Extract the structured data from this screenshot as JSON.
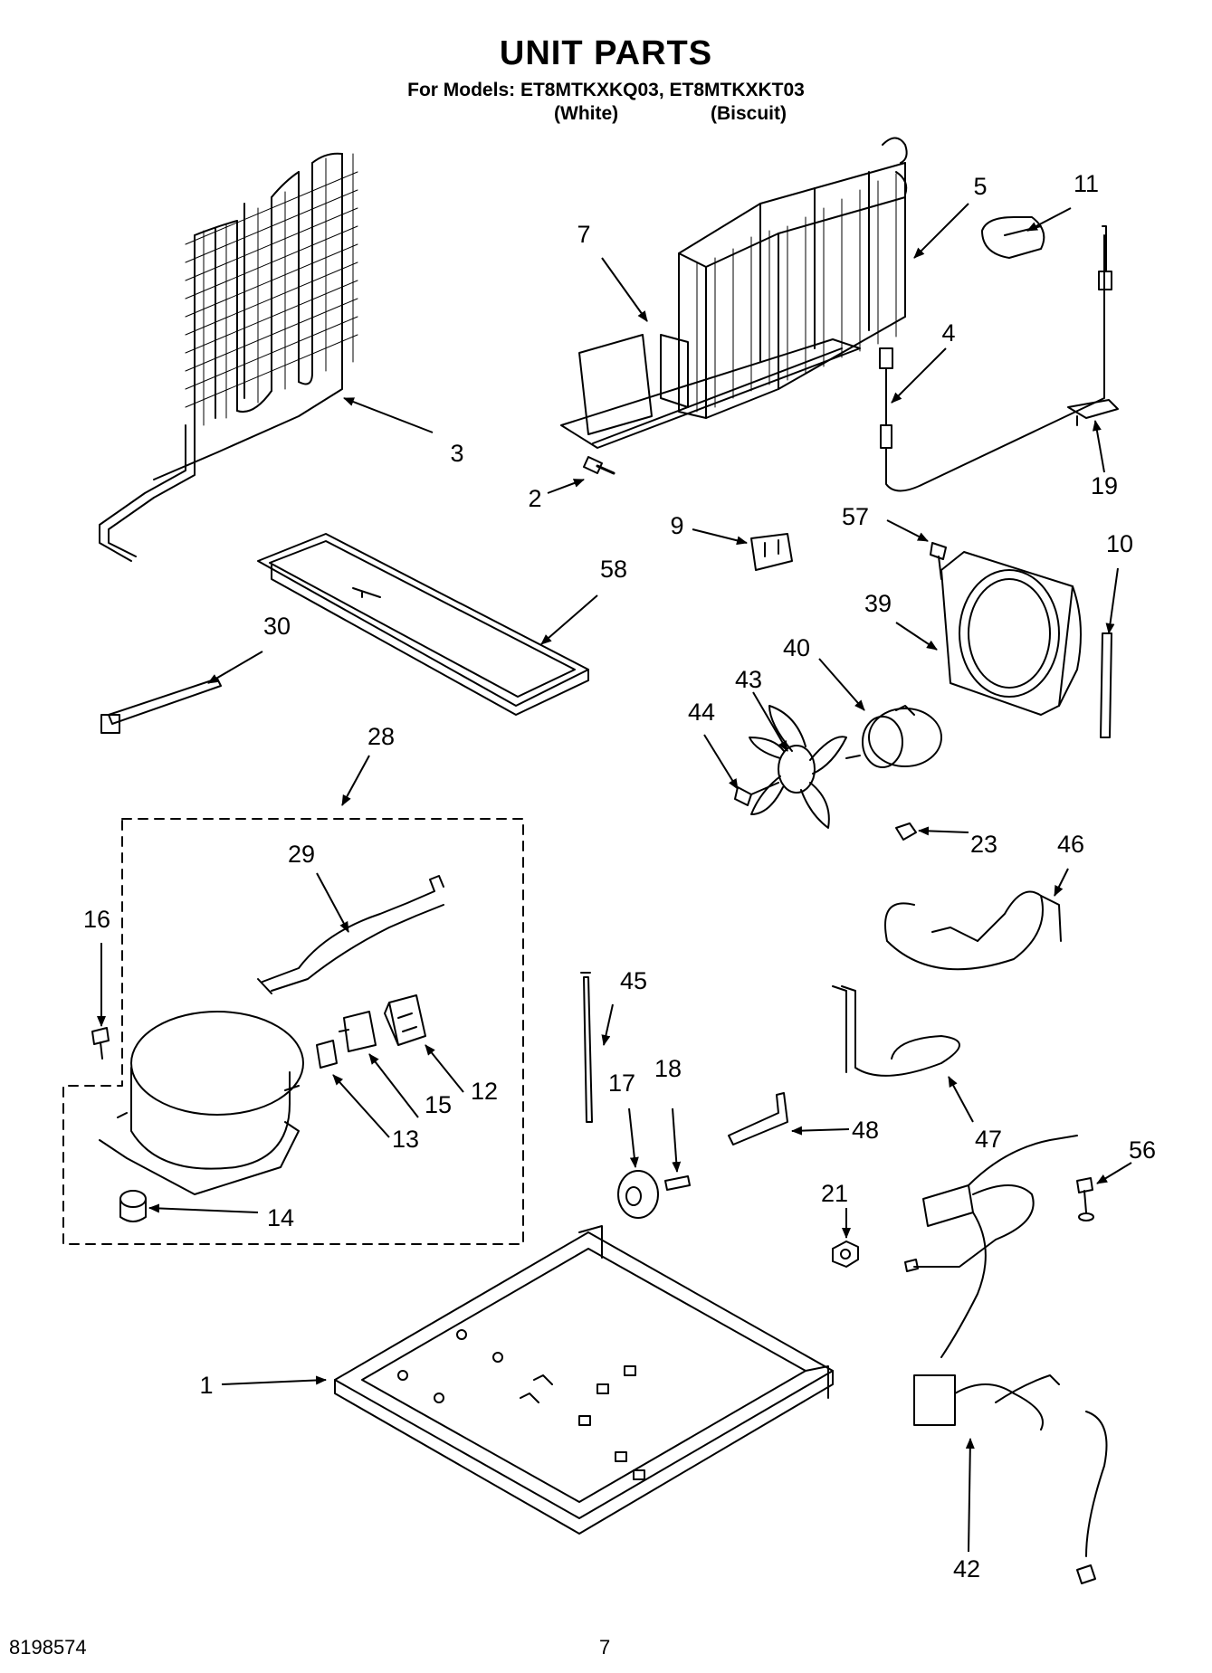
{
  "title": "UNIT PARTS",
  "models_line": "For Models: ET8MTKXKQ03, ET8MTKXKT03",
  "variant_white": "(White)",
  "variant_biscuit": "(Biscuit)",
  "doc_number": "8198574",
  "page_number": "7",
  "callouts": {
    "p1": "1",
    "p2": "2",
    "p3": "3",
    "p4": "4",
    "p5": "5",
    "p7": "7",
    "p9": "9",
    "p10": "10",
    "p11": "11",
    "p12": "12",
    "p13": "13",
    "p14": "14",
    "p15": "15",
    "p16": "16",
    "p17": "17",
    "p18": "18",
    "p19": "19",
    "p21": "21",
    "p23": "23",
    "p28": "28",
    "p29": "29",
    "p30": "30",
    "p39": "39",
    "p40": "40",
    "p42": "42",
    "p43": "43",
    "p44": "44",
    "p45": "45",
    "p46": "46",
    "p47": "47",
    "p48": "48",
    "p56": "56",
    "p57": "57",
    "p58": "58"
  }
}
